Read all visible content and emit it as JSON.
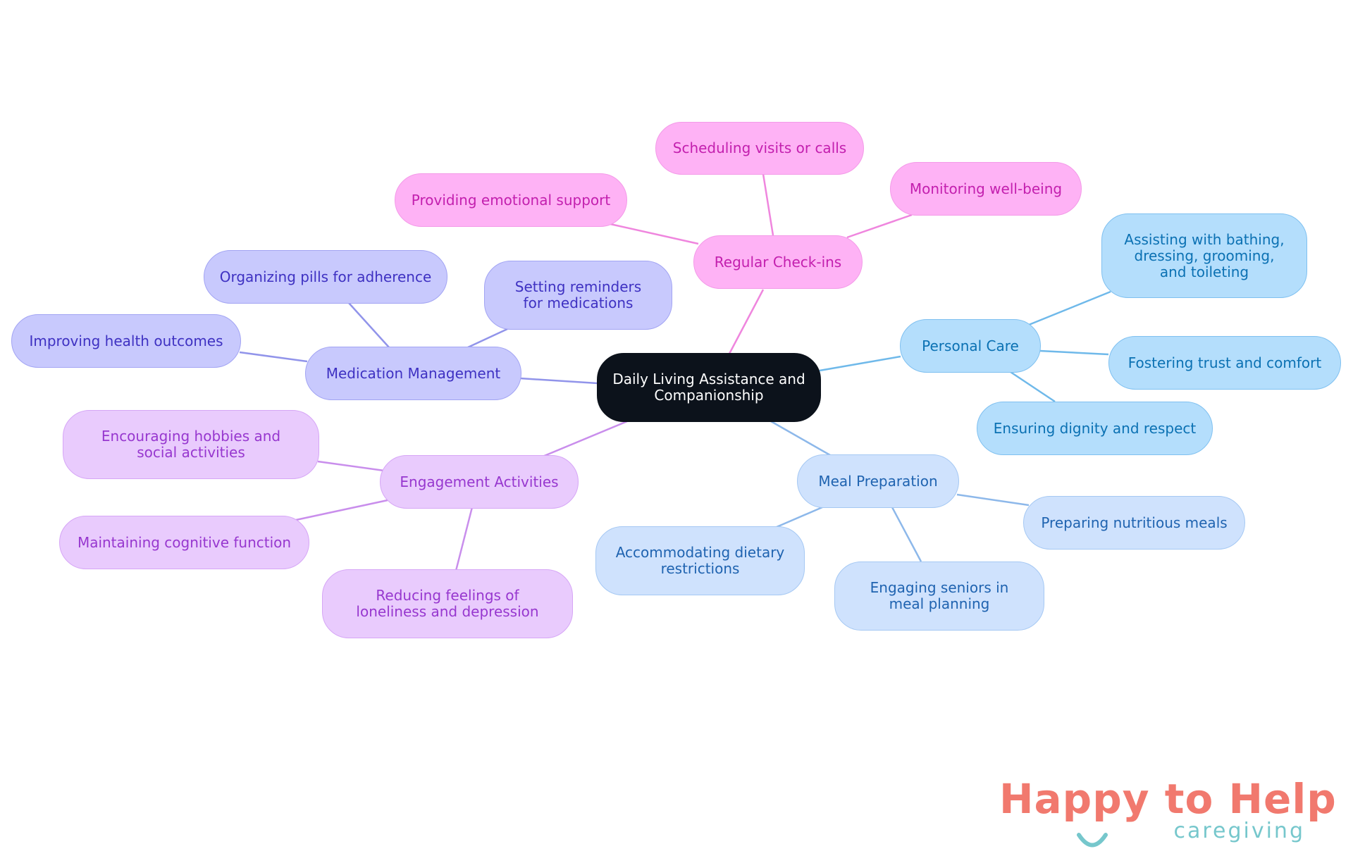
{
  "center": "Daily Living Assistance and Companionship",
  "branches": {
    "checkins": {
      "label": "Regular Check-ins",
      "children": [
        "Scheduling visits or calls",
        "Providing emotional support",
        "Monitoring well-being"
      ]
    },
    "personal": {
      "label": "Personal Care",
      "children": [
        "Assisting with bathing, dressing, grooming, and toileting",
        "Fostering trust and comfort",
        "Ensuring dignity and respect"
      ]
    },
    "meal": {
      "label": "Meal Preparation",
      "children": [
        "Preparing nutritious meals",
        "Engaging seniors in meal planning",
        "Accommodating dietary restrictions"
      ]
    },
    "engagement": {
      "label": "Engagement Activities",
      "children": [
        "Encouraging hobbies and social activities",
        "Maintaining cognitive function",
        "Reducing feelings of loneliness and depression"
      ]
    },
    "medication": {
      "label": "Medication Management",
      "children": [
        "Organizing pills for adherence",
        "Setting reminders for medications",
        "Improving health outcomes"
      ]
    }
  },
  "logo": {
    "main": "Happy to Help",
    "sub": "caregiving"
  },
  "colors": {
    "checkins_edge": "#ef86de",
    "personal_edge": "#6fb9ea",
    "meal_edge": "#8db8ea",
    "engagement_edge": "#c98eec",
    "medication_edge": "#9194ea"
  }
}
